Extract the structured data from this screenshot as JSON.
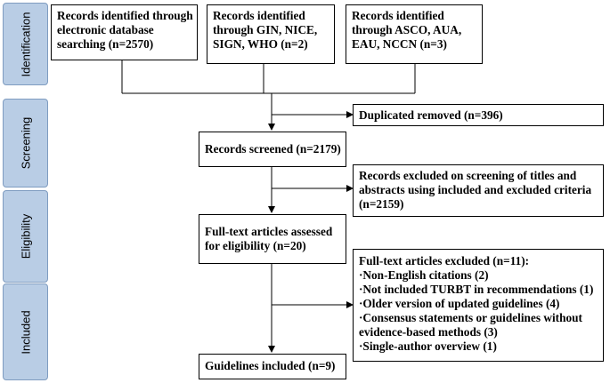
{
  "stages": [
    {
      "label": "Identification"
    },
    {
      "label": "Screening"
    },
    {
      "label": "Eligibility"
    },
    {
      "label": "Included"
    }
  ],
  "boxes": {
    "source_databases": [
      "Records identified through",
      "electronic database",
      "searching (n=2570)"
    ],
    "source_gin": [
      "Records identified",
      "through GIN, NICE,",
      "SIGN, WHO (n=2)"
    ],
    "source_asco": [
      "Records identified",
      "through ASCO, AUA,",
      "EAU, NCCN (n=3)"
    ],
    "duplicates_removed": [
      "Duplicated removed (n=396)"
    ],
    "records_screened": [
      "Records screened (n=2179)"
    ],
    "records_excluded": [
      "Records excluded on screening of titles and",
      "abstracts using included and excluded criteria",
      "(n=2159)"
    ],
    "fulltext_assessed": [
      "Full-text articles assessed",
      "for eligibility (n=20)"
    ],
    "fulltext_excluded": [
      "Full-text articles excluded (n=11):",
      "·Non-English citations (2)",
      "·Not included TURBT in recommendations (1)",
      "·Older version of updated guidelines (4)",
      "·Consensus statements or guidelines without",
      "evidence-based methods (3)",
      "·Single-author overview (1)"
    ],
    "guidelines_included": [
      "Guidelines included (n=9)"
    ]
  }
}
